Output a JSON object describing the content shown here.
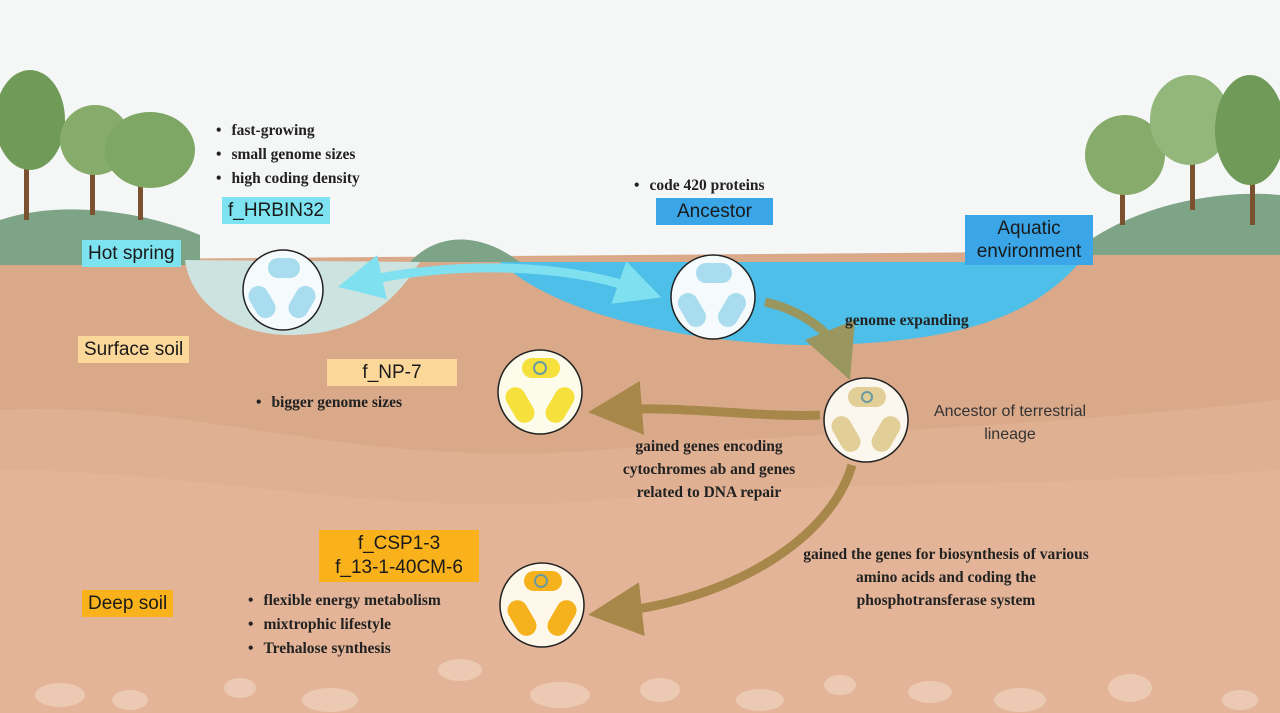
{
  "habitats": {
    "hot_spring": "Hot spring",
    "aquatic": "Aquatic environment",
    "surface_soil": "Surface soil",
    "deep_soil": "Deep soil"
  },
  "lineages": {
    "hrbin32": {
      "name": "f_HRBIN32",
      "traits": [
        "fast-growing",
        "small genome sizes",
        "high coding density"
      ]
    },
    "ancestor": {
      "name": "Ancestor",
      "traits": [
        "code 420 proteins"
      ]
    },
    "terrestrial_ancestor": {
      "name": "Ancestor of terrestrial lineage"
    },
    "np7": {
      "name": "f_NP-7",
      "traits": [
        "bigger genome sizes"
      ]
    },
    "csp": {
      "names": [
        "f_CSP1-3",
        "f_13-1-40CM-6"
      ],
      "traits": [
        "flexible energy metabolism",
        "mixtrophic lifestyle",
        "Trehalose synthesis"
      ]
    }
  },
  "transitions": {
    "genome_expanding": "genome expanding",
    "to_np7": "gained genes encoding cytochromes ab and genes related to DNA repair",
    "to_csp": "gained the genes for biosynthesis of various amino acids and coding the phosphotransferase system"
  },
  "colors": {
    "water": "#4dbfe8",
    "soil": "#dcaa8a",
    "hot_spring_label": "#7ee3f0",
    "ancestor_label": "#3aa6e8",
    "surface_soil_label": "#fcd79a",
    "deep_soil_label": "#f9b21b",
    "arrow": "#a8874a",
    "double_arrow": "#7fe0f0"
  }
}
